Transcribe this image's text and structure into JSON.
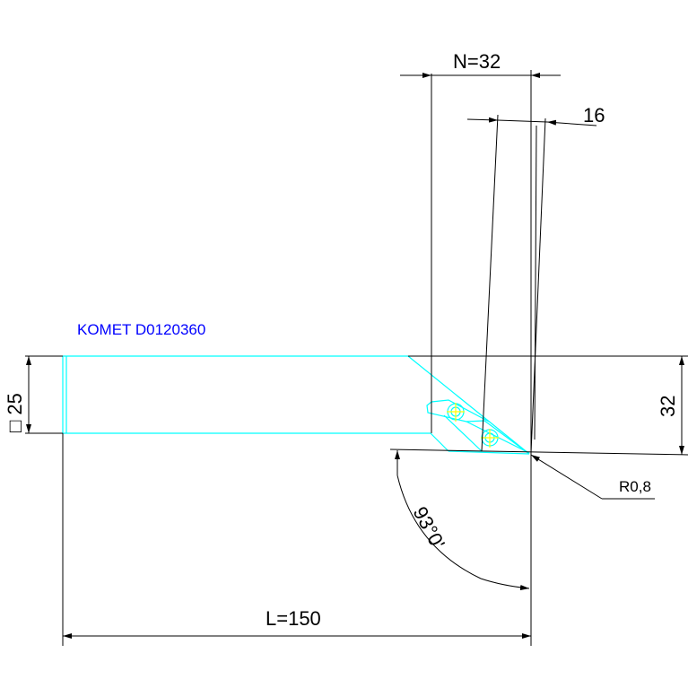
{
  "drawing": {
    "title": "KOMET D0120360",
    "colors": {
      "background": "#ffffff",
      "dimension_lines": "#000000",
      "tool_outline": "#00ffff",
      "title_text": "#0000ff",
      "screw_centers": "#ffff00"
    },
    "dimensions": {
      "n": "N=32",
      "insert_width": "16",
      "shank_square": "□ 25",
      "height": "32",
      "radius": "R0,8",
      "angle": "93°0'",
      "length": "L=150"
    }
  }
}
